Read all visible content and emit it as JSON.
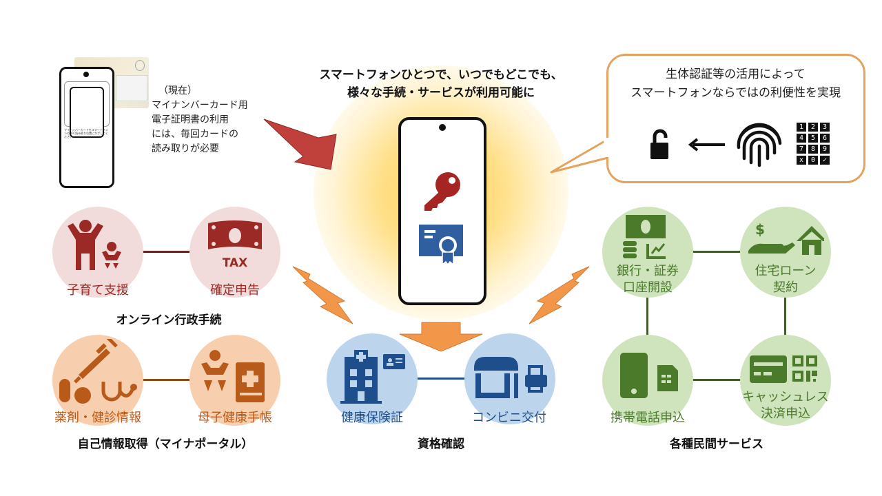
{
  "headline": {
    "line1": "スマートフォンひとつで、いつでもどこでも、",
    "line2": "様々な手続・サービスが利用可能に"
  },
  "current_note": {
    "lines": [
      "（現在）",
      "マイナンバーカード用",
      "電子証明書の利用",
      "には、毎回カードの",
      "読み取りが必要"
    ],
    "phone_screen_text": "マイナンバーカードをスマートフォンのNFC読み取り位置にかざしてください。"
  },
  "bubble": {
    "line1": "生体認証等の活用によって",
    "line2": "スマートフォンならではの利便性を実現",
    "icons": [
      "unlock-icon",
      "arrow-left-icon",
      "fingerprint-icon",
      "keypad-icon"
    ],
    "keypad_keys": [
      "1",
      "2",
      "3",
      "4",
      "5",
      "6",
      "7",
      "8",
      "9",
      "x",
      "0",
      "✓"
    ]
  },
  "center_phone": {
    "icons": [
      "key-icon",
      "certificate-icon"
    ]
  },
  "groups": {
    "online_admin": {
      "title": "オンライン行政手続",
      "color": "#9b2a26",
      "bg": "#f2dcdb",
      "items": [
        {
          "label": "子育て支援",
          "icon": "child-care-icon"
        },
        {
          "label": "確定申告",
          "icon": "tax-icon",
          "icon_text": "TAX"
        }
      ]
    },
    "self_info": {
      "title": "自己情報取得（マイナポータル）",
      "color": "#b85a1a",
      "bg": "#f8cfae",
      "items": [
        {
          "label": "薬剤・健診情報",
          "icon": "medical-icon"
        },
        {
          "label": "母子健康手帳",
          "icon": "maternal-handbook-icon"
        }
      ]
    },
    "qualification": {
      "title": "資格確認",
      "color": "#1f4e8c",
      "bg": "#bcd5ec",
      "items": [
        {
          "label": "健康保険証",
          "icon": "hospital-id-icon"
        },
        {
          "label": "コンビニ交付",
          "icon": "store-printer-icon"
        }
      ]
    },
    "private_services": {
      "title": "各種民間サービス",
      "color": "#4a7a2a",
      "bg": "#cfe3bd",
      "items": [
        {
          "label_lines": [
            "銀行・証券",
            "口座開設"
          ],
          "icon": "bank-icon"
        },
        {
          "label_lines": [
            "住宅ローン",
            "契約"
          ],
          "icon": "home-loan-icon"
        },
        {
          "label_lines": [
            "携帯電話申込"
          ],
          "icon": "mobile-sim-icon"
        },
        {
          "label_lines": [
            "キャッシュレス",
            "決済申込"
          ],
          "icon": "card-qr-icon"
        }
      ]
    }
  },
  "colors": {
    "red_arrow": "#c0403c",
    "orange_arrow": "#f2974a",
    "bubble_border": "#e5a15e"
  }
}
